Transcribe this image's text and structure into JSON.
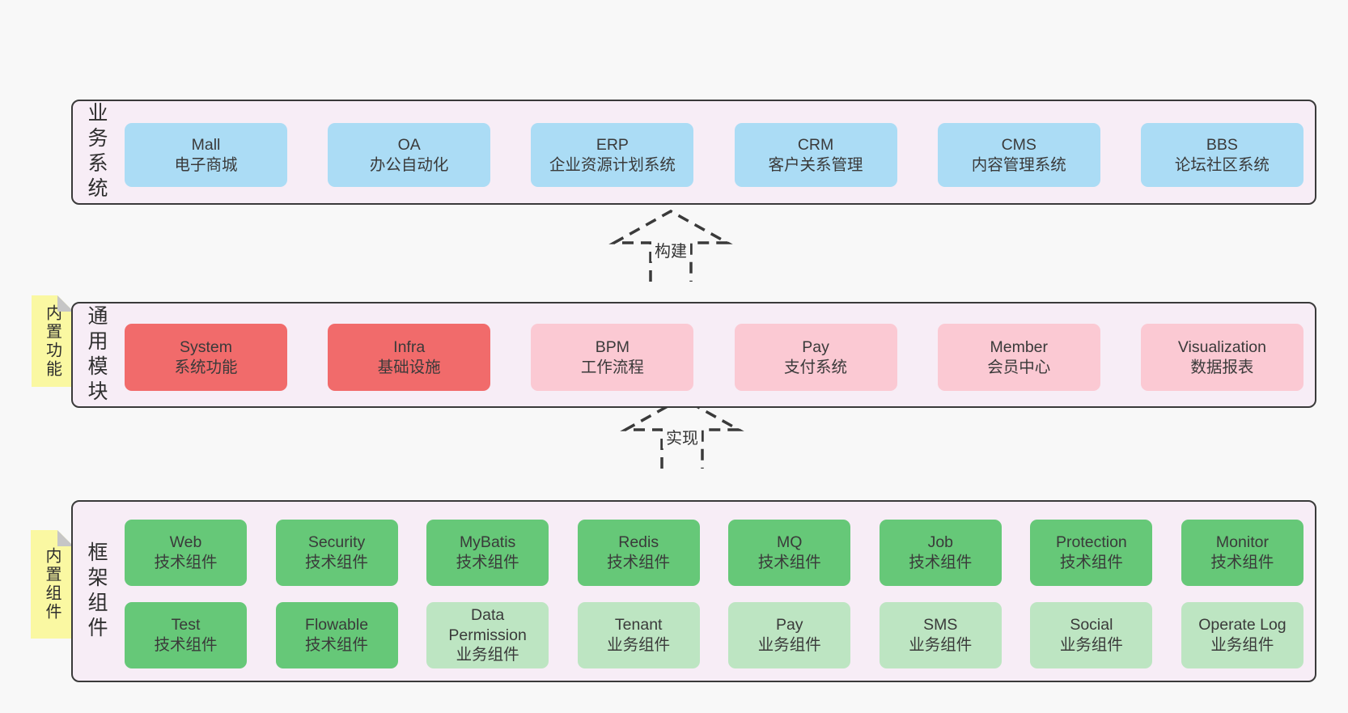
{
  "colors": {
    "pageBg": "#F8F8F8",
    "bandBg": "#F7EDF6",
    "border": "#3A3A3A",
    "text": "#3A3A3A",
    "blue": "#ABDCF5",
    "red": "#F16B6B",
    "pink": "#FBC9D3",
    "green": "#66C878",
    "lightgreen": "#BDE5C2",
    "yellow": "#FAF8A2",
    "fold": "#C6C6C6"
  },
  "bands": [
    {
      "id": "business-systems",
      "label": "业务系统",
      "boxes": [
        {
          "title": "Mall",
          "subtitle": "电子商城",
          "color": "blue"
        },
        {
          "title": "OA",
          "subtitle": "办公自动化",
          "color": "blue"
        },
        {
          "title": "ERP",
          "subtitle": "企业资源计划系统",
          "color": "blue"
        },
        {
          "title": "CRM",
          "subtitle": "客户关系管理",
          "color": "blue"
        },
        {
          "title": "CMS",
          "subtitle": "内容管理系统",
          "color": "blue"
        },
        {
          "title": "BBS",
          "subtitle": "论坛社区系统",
          "color": "blue"
        }
      ]
    },
    {
      "id": "common-modules",
      "label": "通用模块",
      "tag": "内置功能",
      "boxes": [
        {
          "title": "System",
          "subtitle": "系统功能",
          "color": "red"
        },
        {
          "title": "Infra",
          "subtitle": "基础设施",
          "color": "red"
        },
        {
          "title": "BPM",
          "subtitle": "工作流程",
          "color": "pink"
        },
        {
          "title": "Pay",
          "subtitle": "支付系统",
          "color": "pink"
        },
        {
          "title": "Member",
          "subtitle": "会员中心",
          "color": "pink"
        },
        {
          "title": "Visualization",
          "subtitle": "数据报表",
          "color": "pink"
        }
      ]
    },
    {
      "id": "framework-components",
      "label": "框架组件",
      "tag": "内置组件",
      "rows": [
        [
          {
            "title": "Web",
            "subtitle": "技术组件",
            "color": "green"
          },
          {
            "title": "Security",
            "subtitle": "技术组件",
            "color": "green"
          },
          {
            "title": "MyBatis",
            "subtitle": "技术组件",
            "color": "green"
          },
          {
            "title": "Redis",
            "subtitle": "技术组件",
            "color": "green"
          },
          {
            "title": "MQ",
            "subtitle": "技术组件",
            "color": "green"
          },
          {
            "title": "Job",
            "subtitle": "技术组件",
            "color": "green"
          },
          {
            "title": "Protection",
            "subtitle": "技术组件",
            "color": "green"
          },
          {
            "title": "Monitor",
            "subtitle": "技术组件",
            "color": "green"
          }
        ],
        [
          {
            "title": "Test",
            "subtitle": "技术组件",
            "color": "green"
          },
          {
            "title": "Flowable",
            "subtitle": "技术组件",
            "color": "green"
          },
          {
            "title": "Data Permission",
            "subtitle": "业务组件",
            "color": "lightgreen"
          },
          {
            "title": "Tenant",
            "subtitle": "业务组件",
            "color": "lightgreen"
          },
          {
            "title": "Pay",
            "subtitle": "业务组件",
            "color": "lightgreen"
          },
          {
            "title": "SMS",
            "subtitle": "业务组件",
            "color": "lightgreen"
          },
          {
            "title": "Social",
            "subtitle": "业务组件",
            "color": "lightgreen"
          },
          {
            "title": "Operate Log",
            "subtitle": "业务组件",
            "color": "lightgreen"
          }
        ]
      ]
    }
  ],
  "arrows": [
    {
      "label": "构建"
    },
    {
      "label": "实现"
    }
  ]
}
